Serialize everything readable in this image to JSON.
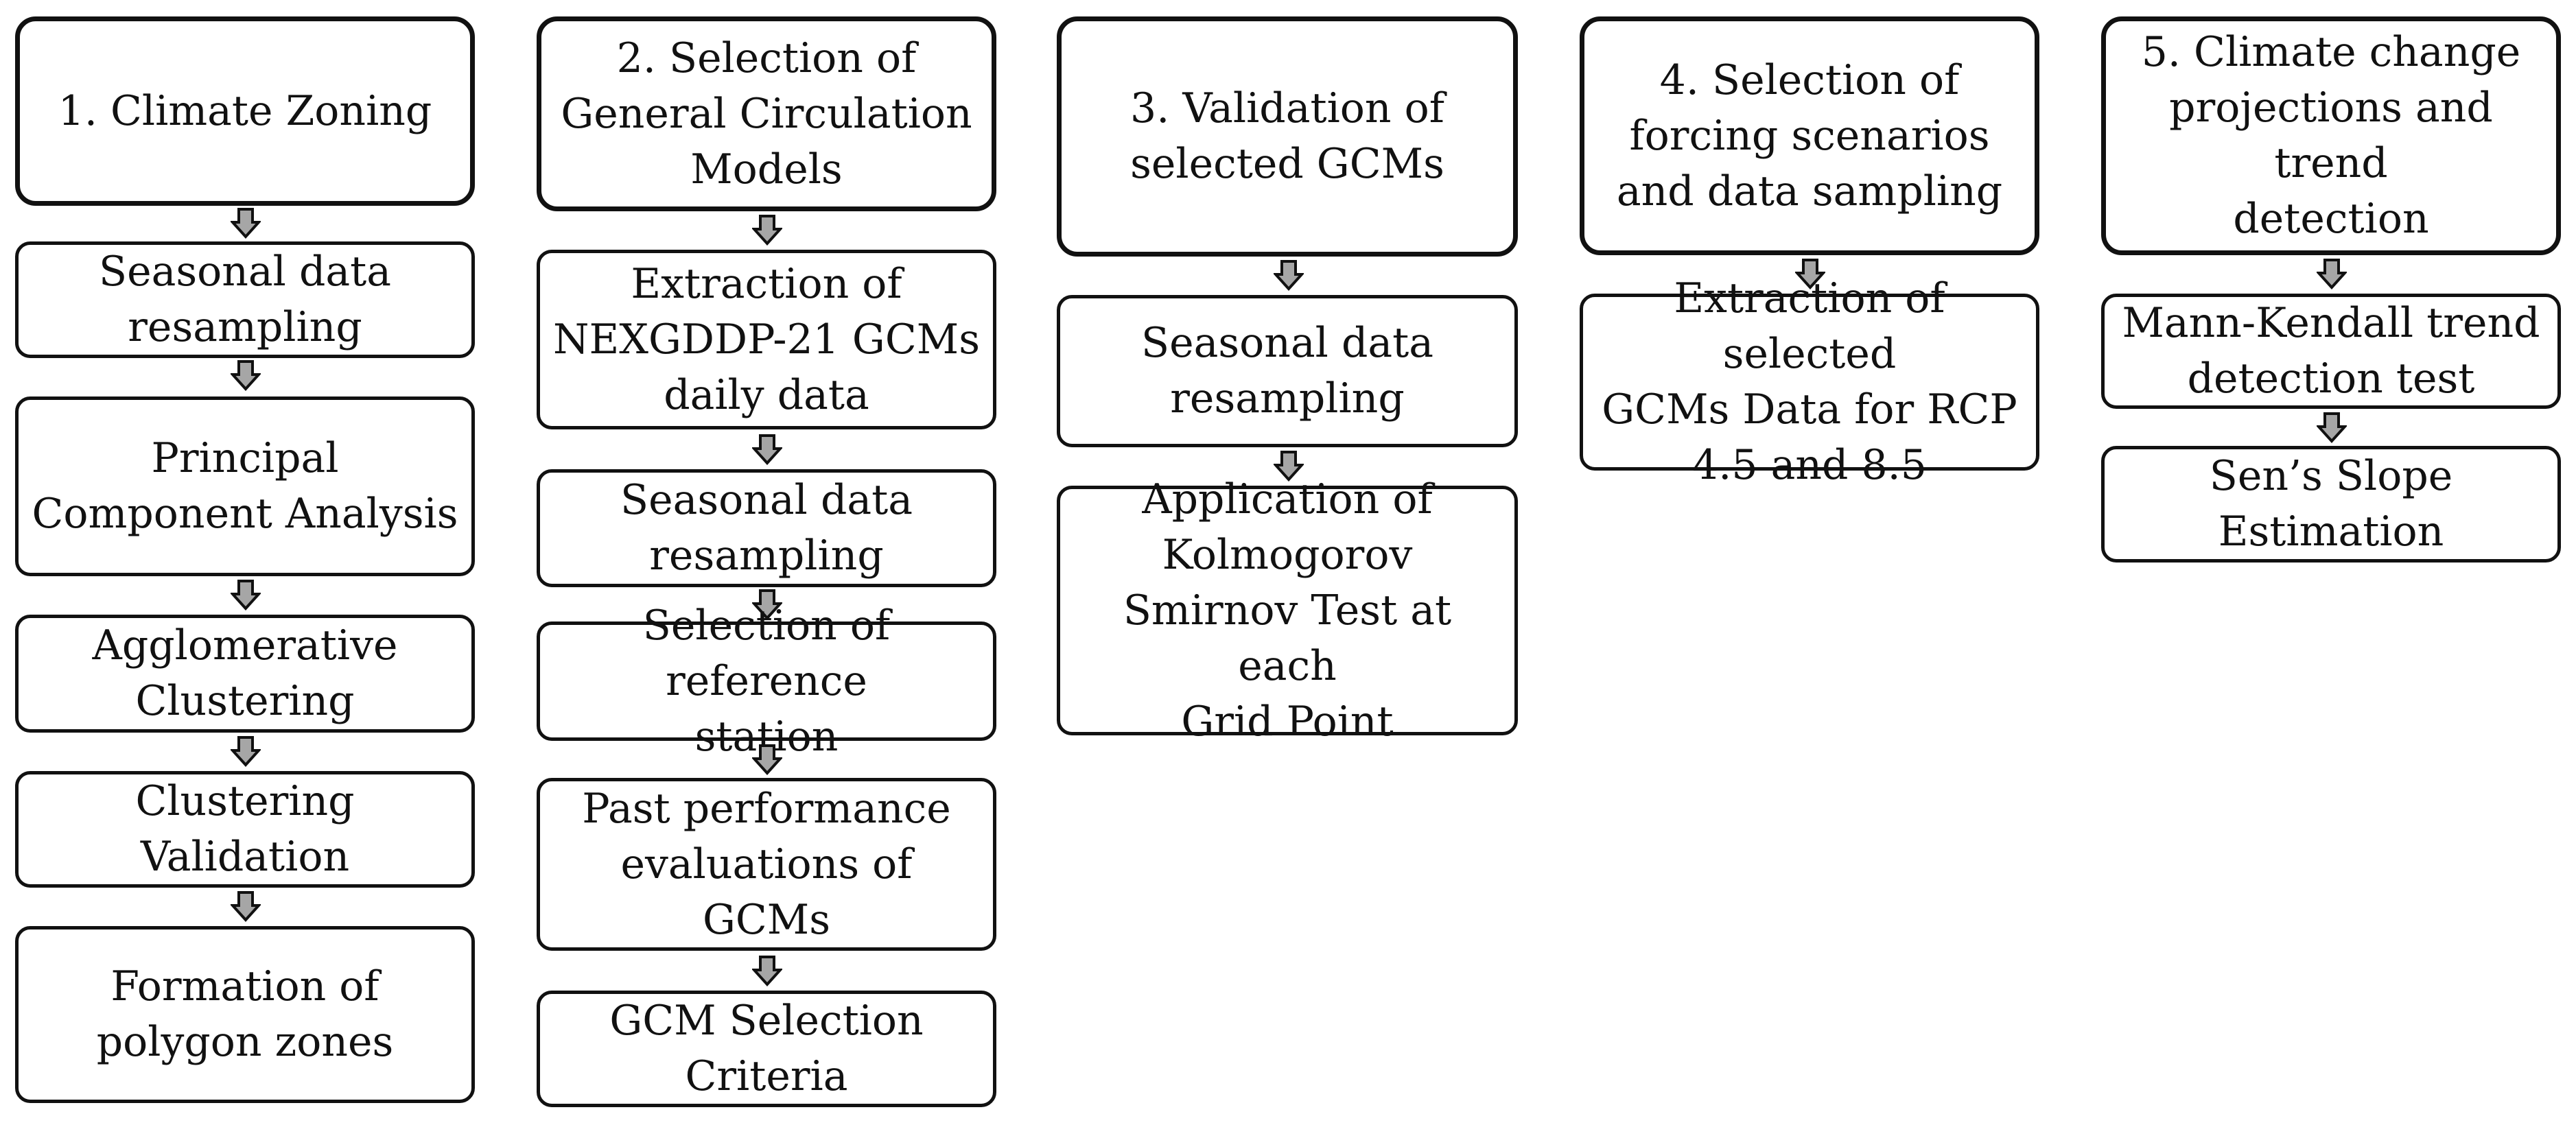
{
  "columns": [
    {
      "header": "1. Climate Zoning",
      "steps": [
        "Seasonal data\nresampling",
        "Principal\nComponent Analysis",
        "Agglomerative\nClustering",
        "Clustering Validation",
        "Formation of\npolygon zones"
      ]
    },
    {
      "header": "2. Selection of\nGeneral Circulation\nModels",
      "steps": [
        "Extraction of\nNEXGDDP-21 GCMs\ndaily data",
        "Seasonal data\nresampling",
        "Selection of reference\nstation",
        "Past performance\nevaluations of GCMs",
        "GCM Selection\nCriteria"
      ]
    },
    {
      "header": "3. Validation of\nselected GCMs",
      "steps": [
        "Seasonal data\nresampling",
        "Application of\nKolmogorov\nSmirnov Test at each\nGrid Point"
      ]
    },
    {
      "header": "4. Selection of\nforcing scenarios\nand data sampling",
      "steps": [
        "Extraction of selected\nGCMs Data for RCP\n4.5 and 8.5"
      ]
    },
    {
      "header": "5. Climate change\nprojections and trend\ndetection",
      "steps": [
        "Mann-Kendall trend\ndetection test",
        "Sen’s Slope\nEstimation"
      ]
    }
  ],
  "colors": {
    "border": "#111111",
    "arrow_fill": "#a6a6a6",
    "background": "#ffffff"
  }
}
